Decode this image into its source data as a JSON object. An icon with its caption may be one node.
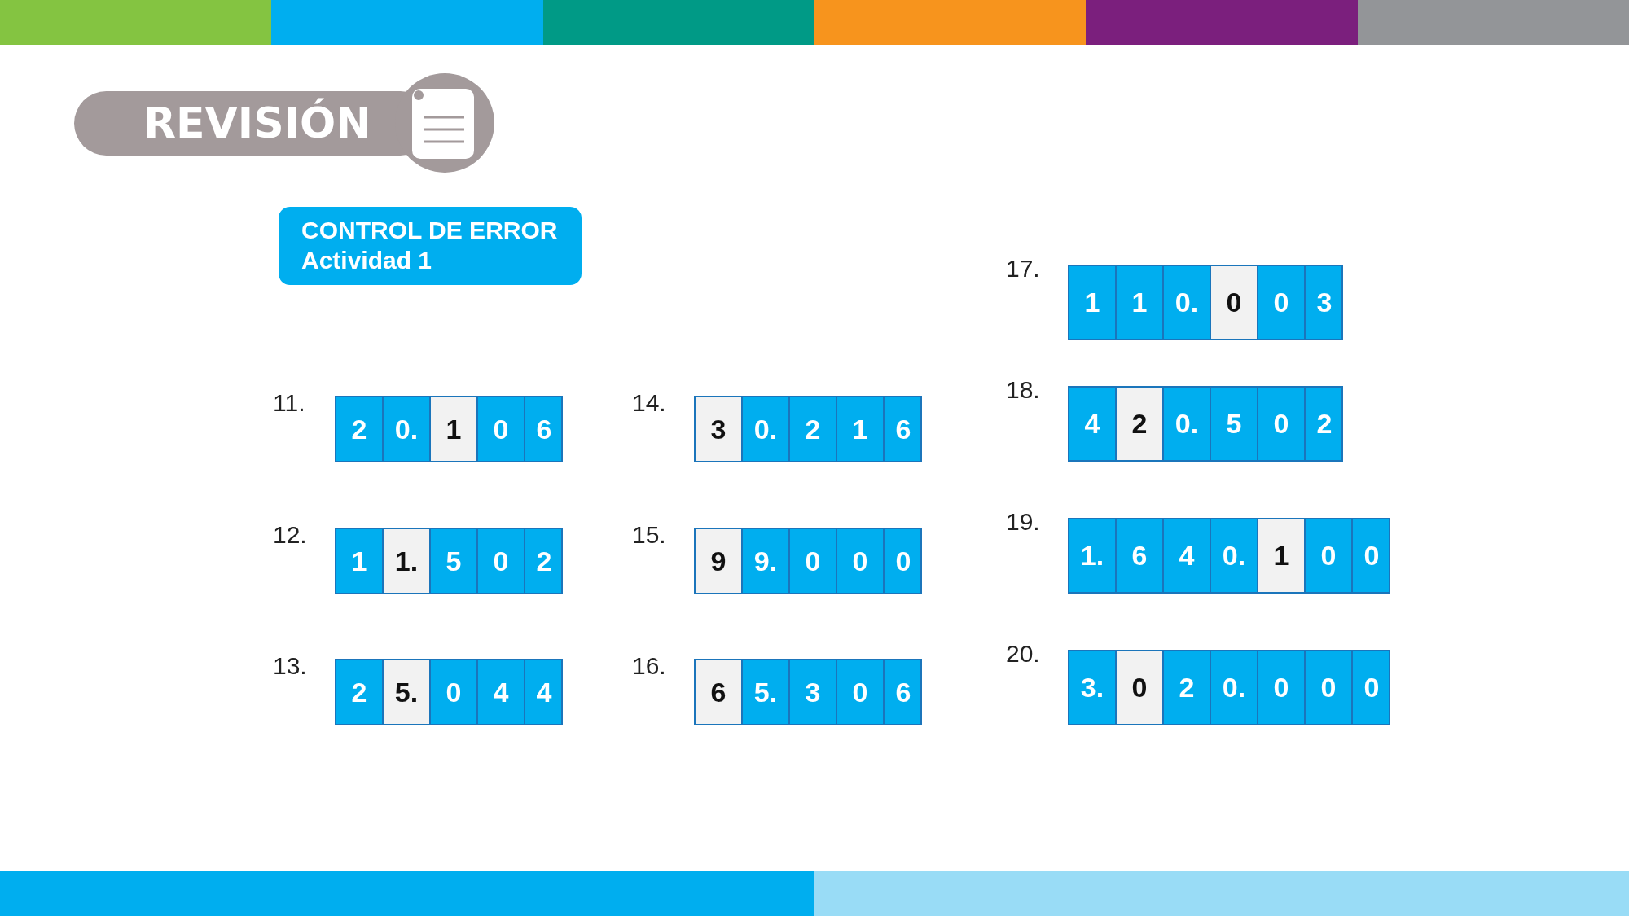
{
  "diagram": {
    "title": "REVISIÓN",
    "nodes": [
      {
        "text": [
          "CONTROL DE ERROR",
          "Actividad 1"
        ]
      },
      {
        "text": [],
        "shape": "bar",
        "beside": [
          "11."
        ]
      },
      {
        "text": [
          "2"
        ],
        "in": 1
      },
      {
        "text": [
          "0."
        ],
        "in": 1
      },
      {
        "text": [
          "1"
        ],
        "in": 1
      },
      {
        "text": [
          "0"
        ],
        "in": 1
      },
      {
        "text": [
          "6"
        ],
        "in": 1
      },
      {
        "text": [],
        "shape": "bar",
        "beside": [
          "12."
        ]
      },
      {
        "text": [
          "1"
        ],
        "in": 7
      },
      {
        "text": [
          "1."
        ],
        "in": 7
      },
      {
        "text": [
          "5"
        ],
        "in": 7
      },
      {
        "text": [
          "0"
        ],
        "in": 7
      },
      {
        "text": [
          "2"
        ],
        "in": 7
      },
      {
        "text": [],
        "shape": "bar",
        "beside": [
          "13."
        ]
      },
      {
        "text": [
          "2"
        ],
        "in": 13
      },
      {
        "text": [
          "5."
        ],
        "in": 13
      },
      {
        "text": [
          "0"
        ],
        "in": 13
      },
      {
        "text": [
          "4"
        ],
        "in": 13
      },
      {
        "text": [
          "4"
        ],
        "in": 13
      },
      {
        "text": [],
        "shape": "bar",
        "beside": [
          "14."
        ]
      },
      {
        "text": [
          "3"
        ],
        "in": 19
      },
      {
        "text": [
          "0."
        ],
        "in": 19
      },
      {
        "text": [
          "2"
        ],
        "in": 19
      },
      {
        "text": [
          "1"
        ],
        "in": 19
      },
      {
        "text": [
          "6"
        ],
        "in": 19
      },
      {
        "text": [],
        "shape": "bar",
        "beside": [
          "15."
        ]
      },
      {
        "text": [
          "9"
        ],
        "in": 25
      },
      {
        "text": [
          "9."
        ],
        "in": 25
      },
      {
        "text": [
          "0"
        ],
        "in": 25
      },
      {
        "text": [
          "0"
        ],
        "in": 25
      },
      {
        "text": [
          "0"
        ],
        "in": 25
      },
      {
        "text": [],
        "shape": "bar",
        "beside": [
          "16."
        ]
      },
      {
        "text": [
          "6"
        ],
        "in": 31
      },
      {
        "text": [
          "5."
        ],
        "in": 31
      },
      {
        "text": [
          "3"
        ],
        "in": 31
      },
      {
        "text": [
          "0"
        ],
        "in": 31
      },
      {
        "text": [
          "6"
        ],
        "in": 31
      },
      {
        "text": [],
        "shape": "bar",
        "beside": [
          "17."
        ]
      },
      {
        "text": [
          "1"
        ],
        "in": 37
      },
      {
        "text": [
          "1"
        ],
        "in": 37
      },
      {
        "text": [
          "0."
        ],
        "in": 37
      },
      {
        "text": [
          "0"
        ],
        "in": 37
      },
      {
        "text": [
          "0"
        ],
        "in": 37
      },
      {
        "text": [
          "3"
        ],
        "in": 37
      },
      {
        "text": [],
        "shape": "bar",
        "beside": [
          "18."
        ]
      },
      {
        "text": [
          "4"
        ],
        "in": 44
      },
      {
        "text": [
          "2"
        ],
        "in": 44
      },
      {
        "text": [
          "0."
        ],
        "in": 44
      },
      {
        "text": [
          "5"
        ],
        "in": 44
      },
      {
        "text": [
          "0"
        ],
        "in": 44
      },
      {
        "text": [
          "2"
        ],
        "in": 44
      },
      {
        "text": [],
        "shape": "bar",
        "beside": [
          "19."
        ]
      },
      {
        "text": [
          "1."
        ],
        "in": 51
      },
      {
        "text": [
          "6"
        ],
        "in": 51
      },
      {
        "text": [
          "4"
        ],
        "in": 51
      },
      {
        "text": [
          "0."
        ],
        "in": 51
      },
      {
        "text": [
          "1"
        ],
        "in": 51
      },
      {
        "text": [
          "0"
        ],
        "in": 51
      },
      {
        "text": [
          "0"
        ],
        "in": 51
      },
      {
        "text": [],
        "shape": "bar",
        "beside": [
          "20."
        ]
      },
      {
        "text": [
          "3."
        ],
        "in": 59
      },
      {
        "text": [
          "0"
        ],
        "in": 59
      },
      {
        "text": [
          "2"
        ],
        "in": 59
      },
      {
        "text": [
          "0."
        ],
        "in": 59
      },
      {
        "text": [
          "0"
        ],
        "in": 59
      },
      {
        "text": [
          "0"
        ],
        "in": 59
      },
      {
        "text": [
          "0"
        ],
        "in": 59
      }
    ]
  }
}
